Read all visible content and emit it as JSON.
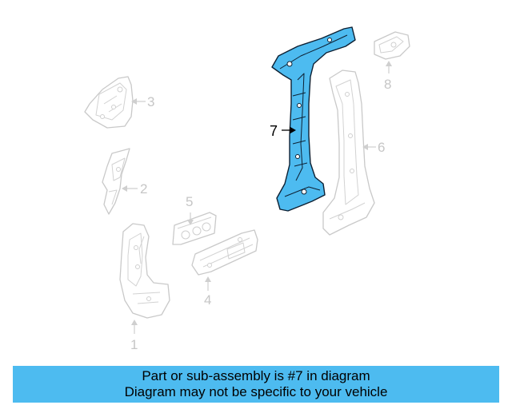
{
  "diagram": {
    "callouts": {
      "c1": "1",
      "c2": "2",
      "c3": "3",
      "c4": "4",
      "c5": "5",
      "c6": "6",
      "c7": "7",
      "c8": "8"
    },
    "highlighted_part": "7",
    "highlight_color": "#4dbbf0"
  },
  "banner": {
    "line1": "Part or sub-assembly is #7 in diagram",
    "line2": "Diagram may not be specific to your vehicle",
    "background_color": "#4dbbf0"
  }
}
